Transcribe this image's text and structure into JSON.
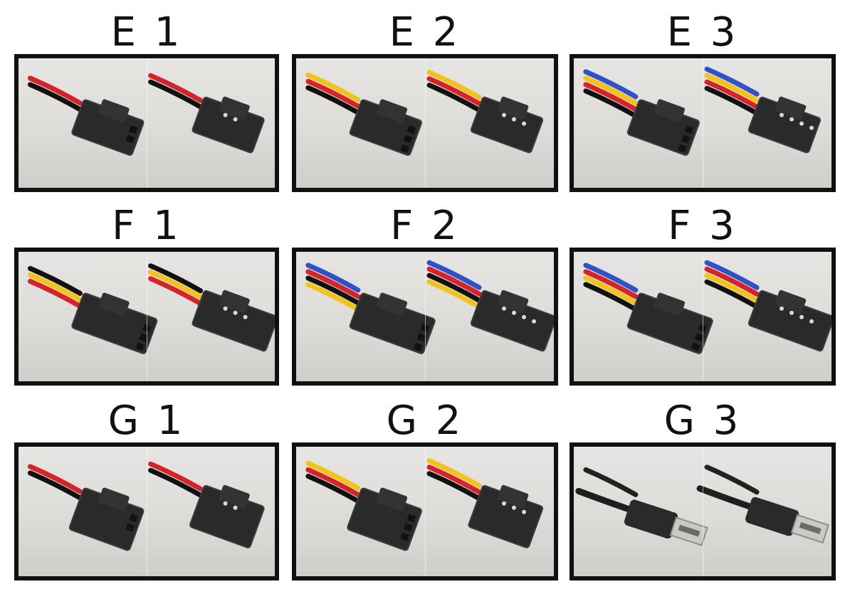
{
  "panels": [
    {
      "label": "E 1",
      "kind": "sm",
      "wires": [
        "#d4242a",
        "#111111"
      ]
    },
    {
      "label": "E 2",
      "kind": "sm",
      "wires": [
        "#f2c31b",
        "#d4242a",
        "#111111"
      ]
    },
    {
      "label": "E 3",
      "kind": "sm",
      "wires": [
        "#2f52c8",
        "#f2c31b",
        "#d4242a",
        "#111111"
      ]
    },
    {
      "label": "F 1",
      "kind": "dupont",
      "wires": [
        "#111111",
        "#f2c31b",
        "#d4242a"
      ]
    },
    {
      "label": "F 2",
      "kind": "dupont",
      "wires": [
        "#2f52c8",
        "#d4242a",
        "#111111",
        "#f2c31b"
      ]
    },
    {
      "label": "F 3",
      "kind": "dupont",
      "wires": [
        "#2f52c8",
        "#d4242a",
        "#f2c31b",
        "#111111"
      ]
    },
    {
      "label": "G 1",
      "kind": "jst",
      "wires": [
        "#d4242a",
        "#111111"
      ]
    },
    {
      "label": "G 2",
      "kind": "jst",
      "wires": [
        "#f2c31b",
        "#d4242a",
        "#111111"
      ]
    },
    {
      "label": "G 3",
      "kind": "usb",
      "wires": [
        "#222222"
      ]
    }
  ]
}
